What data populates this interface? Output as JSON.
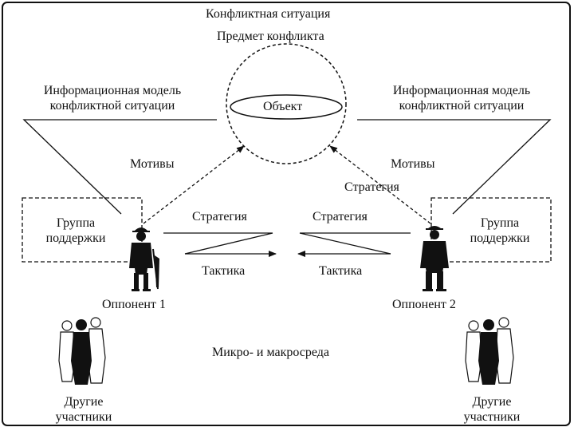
{
  "diagram": {
    "frame_title": "Конфликтная ситуация",
    "subject": "Предмет конфликта",
    "object": "Объект",
    "info_model_left": [
      "Информационная модель",
      "конфликтной ситуации"
    ],
    "info_model_right": [
      "Информационная модель",
      "конфликтной ситуации"
    ],
    "motives_left": "Мотивы",
    "motives_right": "Мотивы",
    "strategy_upper_right": "Стратегия",
    "support_group_left": [
      "Группа",
      "поддержки"
    ],
    "support_group_right": [
      "Группа",
      "поддержки"
    ],
    "strategy_left": "Стратегия",
    "strategy_right": "Стратегия",
    "tactics_left": "Тактика",
    "tactics_right": "Тактика",
    "opponent_1": "Оппонент 1",
    "opponent_2": "Оппонент 2",
    "environment": "Микро- и макросреда",
    "others_left": [
      "Другие",
      "участники"
    ],
    "others_right": [
      "Другие",
      "участники"
    ],
    "colors": {
      "ink": "#111111",
      "background": "#ffffff"
    }
  }
}
